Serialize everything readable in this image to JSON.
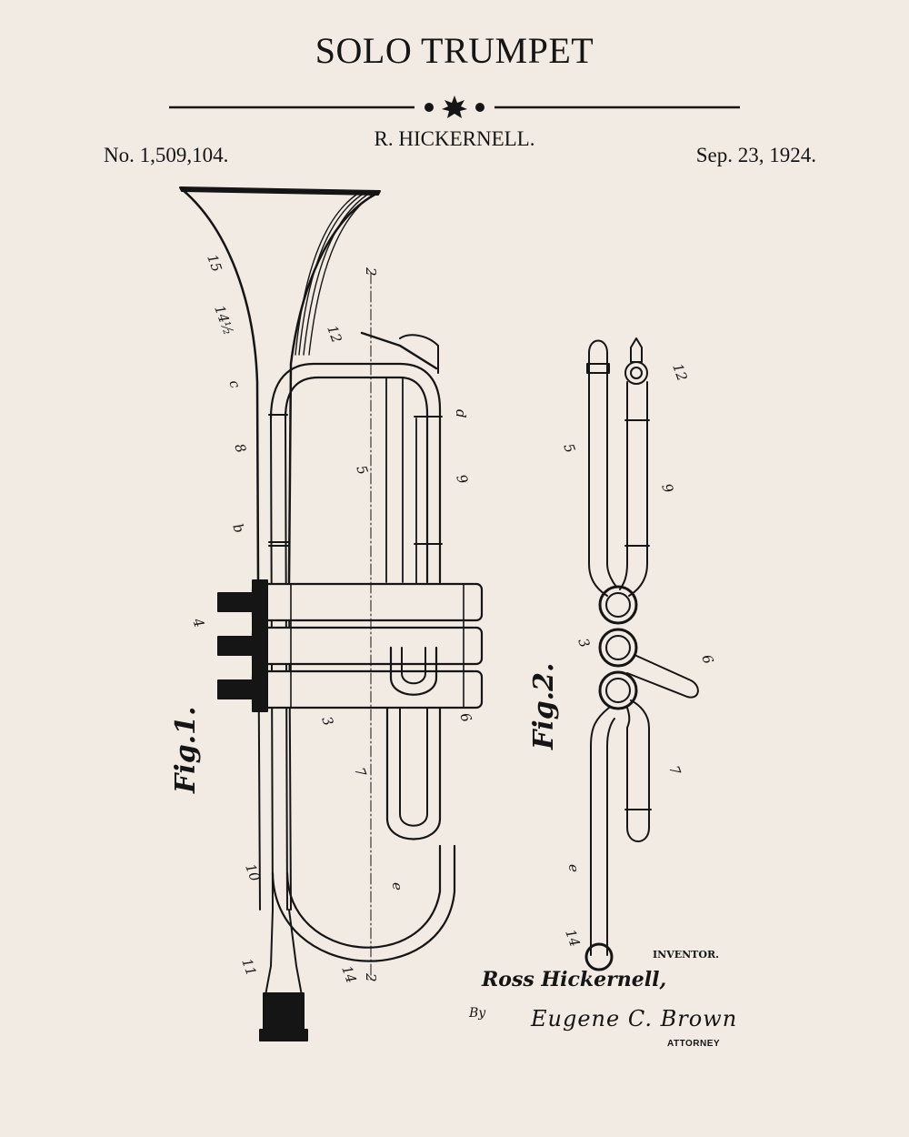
{
  "document": {
    "title": "SOLO TRUMPET",
    "inventor_name": "R. HICKERNELL.",
    "patent_number": "No. 1,509,104.",
    "patent_date": "Sep. 23, 1924.",
    "fig1_label": "Fig.1.",
    "fig2_label": "Fig.2.",
    "ink_color": "#151515",
    "paper_color": "#f1ebe3"
  },
  "fig1": {
    "labels": [
      "15",
      "14½",
      "12",
      "2",
      "c",
      "d",
      "8",
      "5",
      "9",
      "b",
      "4",
      "3",
      "6",
      "7",
      "e",
      "10",
      "11",
      "14",
      "2"
    ]
  },
  "fig2": {
    "labels": [
      "5",
      "12",
      "9",
      "3",
      "6",
      "7",
      "e",
      "14"
    ]
  },
  "signature": {
    "inventor_caption": "INVENTOR.",
    "inventor_signature": "Ross Hickernell,",
    "by": "By",
    "attorney_signature": "Eugene C. Brown",
    "attorney_caption": "ATTORNEY"
  }
}
